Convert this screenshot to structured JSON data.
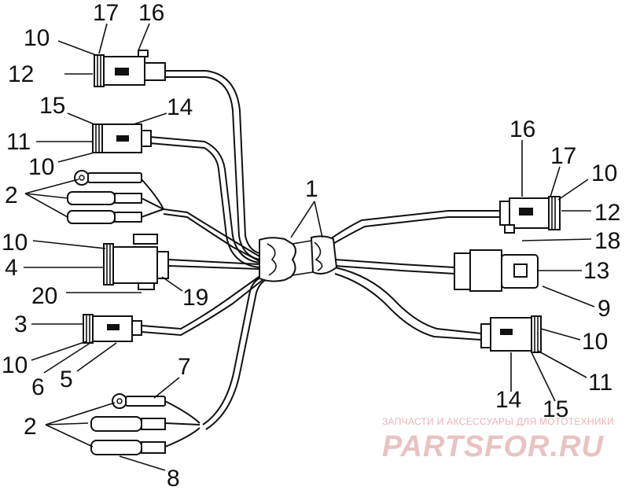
{
  "callouts": {
    "n17a": "17",
    "n16a": "16",
    "n10a": "10",
    "n12a": "12",
    "n15a": "15",
    "n14a": "14",
    "n11a": "11",
    "n10b": "10",
    "n2a": "2",
    "n10c": "10",
    "n4": "4",
    "n20": "20",
    "n19": "19",
    "n3": "3",
    "n10d": "10",
    "n6": "6",
    "n5": "5",
    "n7": "7",
    "n2b": "2",
    "n8": "8",
    "n1": "1",
    "n16b": "16",
    "n17b": "17",
    "n10e": "10",
    "n12b": "12",
    "n18": "18",
    "n13": "13",
    "n9": "9",
    "n10f": "10",
    "n11b": "11",
    "n14b": "14",
    "n15b": "15"
  },
  "watermark": {
    "tagline": "ЗАПЧАСТИ И АКСЕССУАРЫ ДЛЯ МОТОТЕХНИКИ",
    "brand": "PARTSFOR.RU"
  },
  "colors": {
    "line": "#111111",
    "watermark": "#e9c2c2"
  }
}
